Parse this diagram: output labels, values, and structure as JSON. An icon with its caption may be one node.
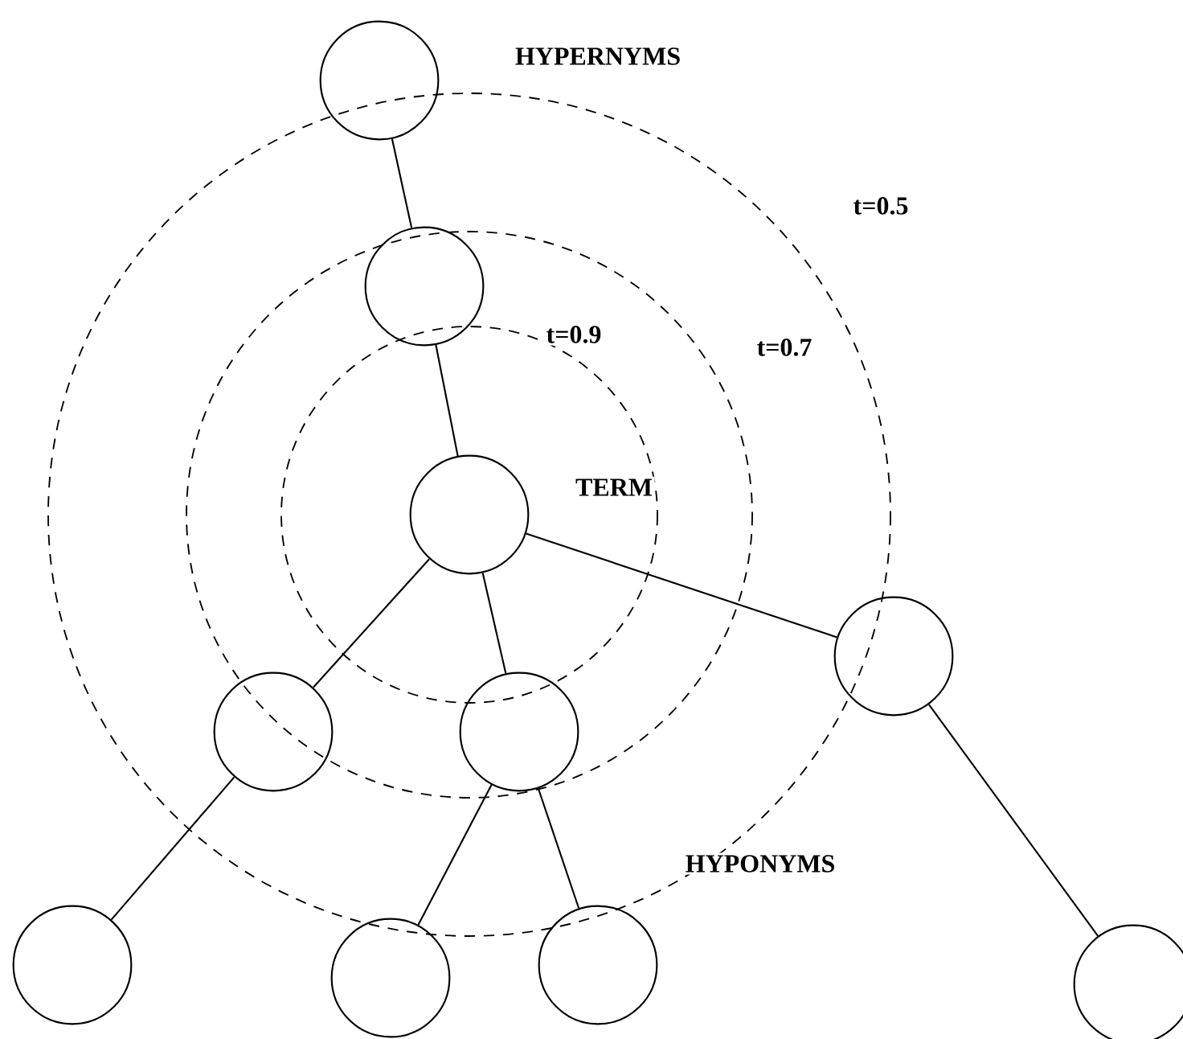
{
  "diagram": {
    "nodes": [
      {
        "text": [],
        "shape": "circle"
      },
      {
        "text": [],
        "shape": "circle"
      },
      {
        "text": [],
        "shape": "circle",
        "beside": [
          "TERM"
        ]
      },
      {
        "text": [],
        "shape": "circle"
      },
      {
        "text": [],
        "shape": "circle"
      },
      {
        "text": [],
        "shape": "circle"
      },
      {
        "text": [],
        "shape": "circle"
      },
      {
        "text": [],
        "shape": "circle"
      },
      {
        "text": [],
        "shape": "circle"
      },
      {
        "text": [],
        "shape": "circle"
      }
    ],
    "edges": [
      {
        "from": 0,
        "to": 1,
        "arrow": "none"
      },
      {
        "from": 1,
        "to": 2,
        "arrow": "none"
      },
      {
        "from": 2,
        "to": 3,
        "arrow": "none"
      },
      {
        "from": 2,
        "to": 4,
        "arrow": "none"
      },
      {
        "from": 2,
        "to": 5,
        "arrow": "none"
      },
      {
        "from": 3,
        "to": 6,
        "arrow": "none"
      },
      {
        "from": 4,
        "to": 7,
        "arrow": "none"
      },
      {
        "from": 4,
        "to": 8,
        "arrow": "none"
      },
      {
        "from": 5,
        "to": 9,
        "arrow": "none"
      }
    ],
    "labels": [
      "HYPERNYMS",
      "t=0.5",
      "t=0.9",
      "t=0.7",
      "HYPONYMS"
    ]
  }
}
